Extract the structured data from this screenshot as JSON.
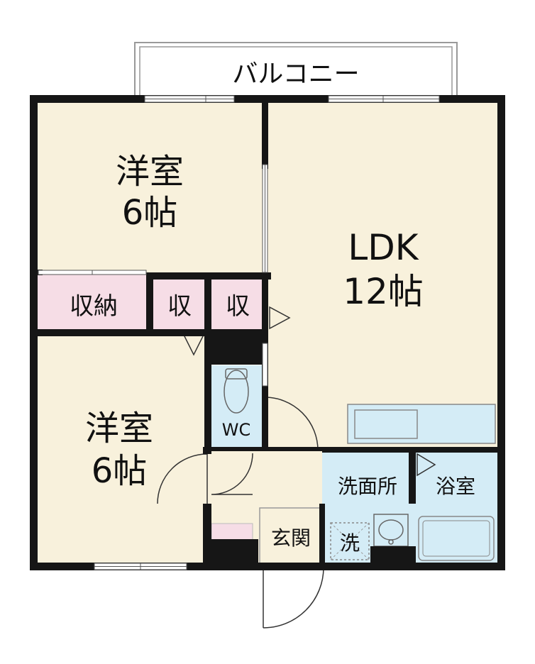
{
  "colors": {
    "wall": "#161616",
    "room_beige": "#f8f1dc",
    "storage_pink": "#f6dde6",
    "wet_blue": "#d4ecf6",
    "outline_gray": "#999999"
  },
  "labels": {
    "balcony": "バルコニー",
    "western_room_top": "洋室",
    "western_room_top_size": "6帖",
    "western_room_bottom": "洋室",
    "western_room_bottom_size": "6帖",
    "ldk": "LDK",
    "ldk_size": "12帖",
    "closet_large": "収納",
    "closet_a": "収",
    "closet_b": "収",
    "wc": "WC",
    "washroom": "洗面所",
    "bathroom": "浴室",
    "entrance": "玄関",
    "washer": "洗"
  }
}
